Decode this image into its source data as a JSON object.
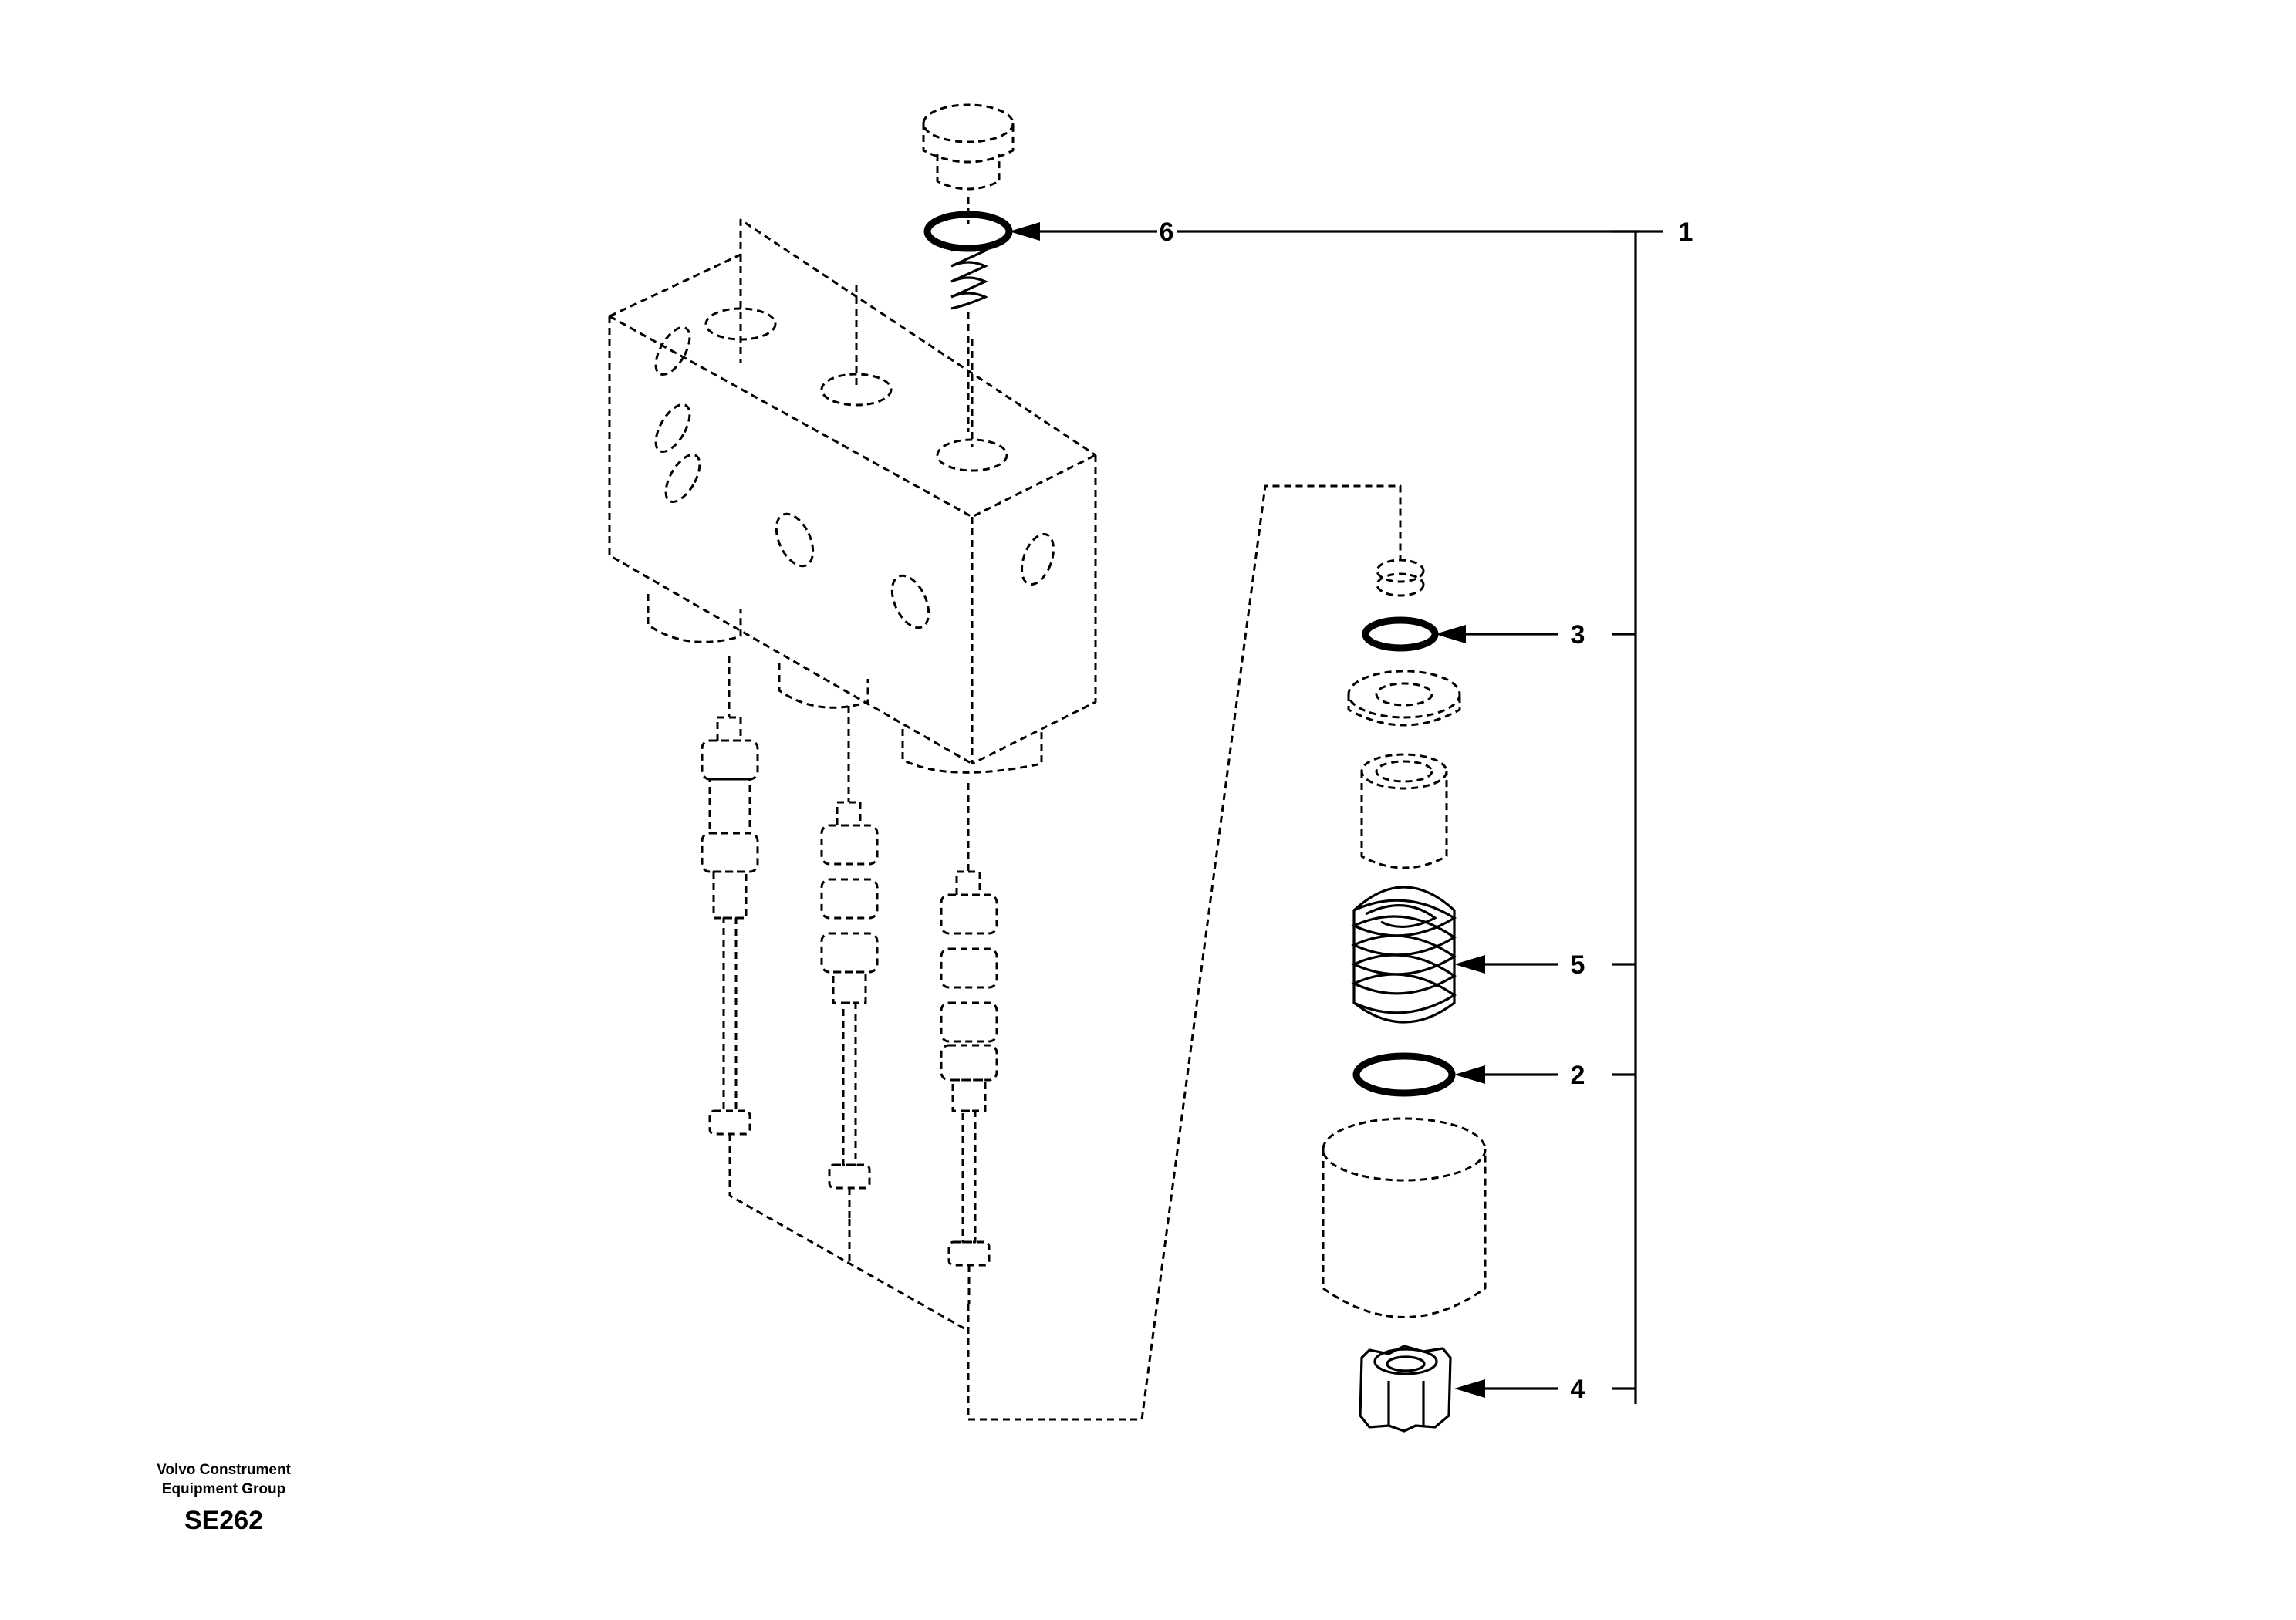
{
  "credit": {
    "line1": "Volvo Construment",
    "line2": "Equipment Group",
    "code": "SE262"
  },
  "callouts": [
    {
      "label": "1",
      "part": "valve-assembly"
    },
    {
      "label": "2",
      "part": "lower-o-ring"
    },
    {
      "label": "3",
      "part": "upper-o-ring"
    },
    {
      "label": "4",
      "part": "nut"
    },
    {
      "label": "5",
      "part": "spring"
    },
    {
      "label": "6",
      "part": "plug-o-ring"
    }
  ]
}
